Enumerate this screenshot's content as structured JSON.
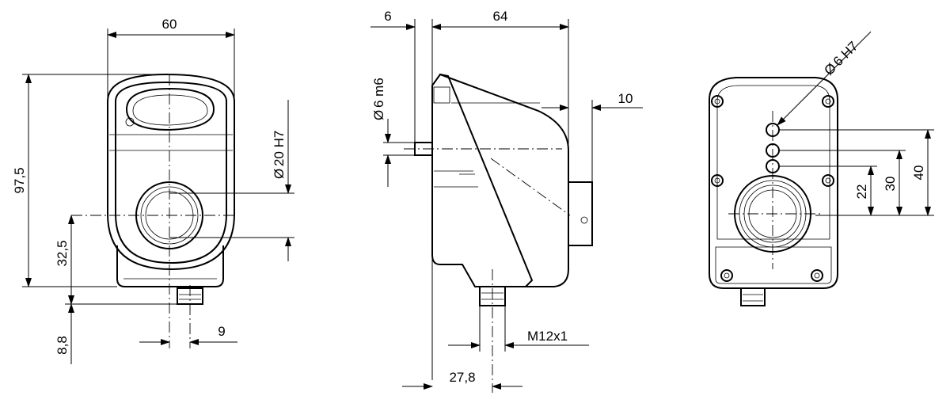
{
  "front_view": {
    "width": "60",
    "height": "97,5",
    "bore_height": "32,5",
    "connector_height": "8,8",
    "connector_offset": "9",
    "bore_diameter": "20 H7",
    "diameter_symbol": "Ø"
  },
  "side_view": {
    "pin_length": "6",
    "depth": "64",
    "flange": "10",
    "pin_diameter": "6 m6",
    "connector_thread": "M12x1",
    "connector_position": "27,8",
    "diameter_symbol": "Ø"
  },
  "back_view": {
    "hole_diameter": "6 H7",
    "hole_1": "22",
    "hole_2": "30",
    "hole_3": "40",
    "diameter_symbol": "Ø"
  }
}
